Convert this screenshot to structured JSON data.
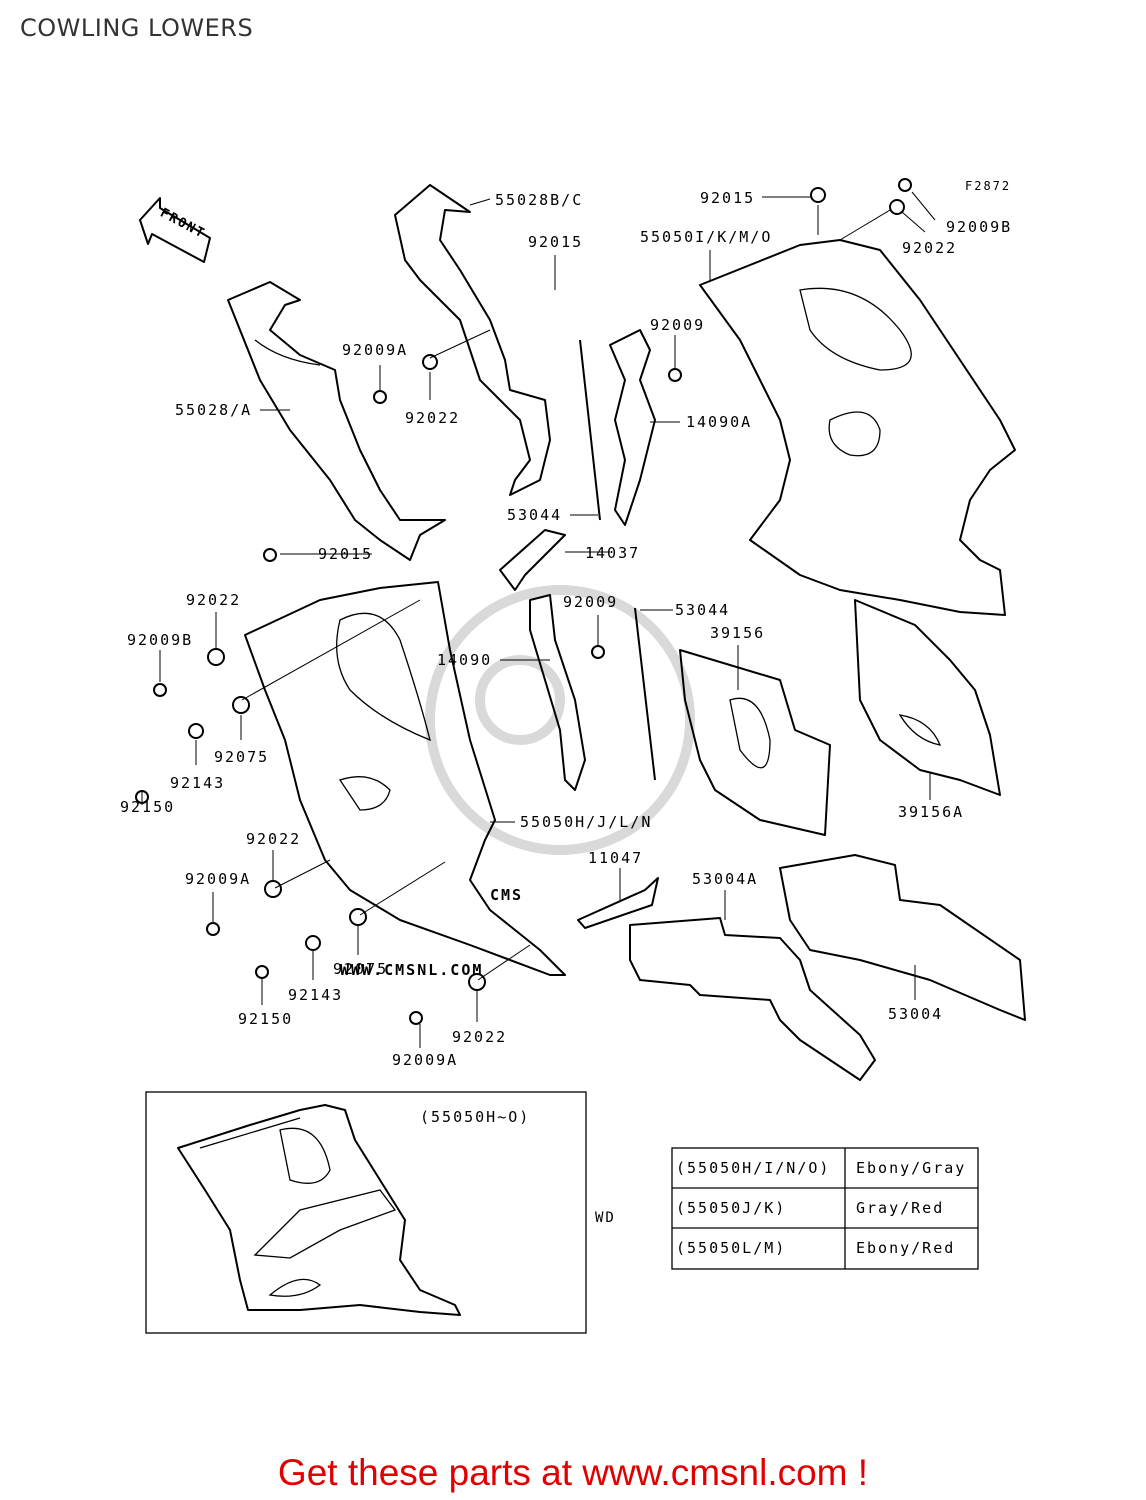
{
  "title": "COWLING LOWERS",
  "figure_code": "F2872",
  "front_label": "FRONT",
  "inset_label": "(55050H~O)",
  "inset_code": "WD",
  "watermark": {
    "brand": "CMS",
    "url": "WWW.CMSNL.COM"
  },
  "callouts": {
    "c55028bc": "55028B/C",
    "c92015_top": "92015",
    "c55028a": "55028/A",
    "c92009a_1": "92009A",
    "c92022_1": "92022",
    "c53044_1": "53044",
    "c92009_1": "92009",
    "c14090a": "14090A",
    "c14037": "14037",
    "c92015_r": "92015",
    "c55050ikmo": "55050I/K/M/O",
    "c92022_r": "92022",
    "c92009b_r": "92009B",
    "c92015_l": "92015",
    "c92022_l": "92022",
    "c92009b_l": "92009B",
    "c92075_1": "92075",
    "c92143_1": "92143",
    "c92150_1": "92150",
    "c92009_2": "92009",
    "c53044_2": "53044",
    "c14090": "14090",
    "c39156": "39156",
    "c39156a": "39156A",
    "c55050hjln": "55050H/J/L/N",
    "c92022_2": "92022",
    "c92009a_2": "92009A",
    "c11047": "11047",
    "c53004a": "53004A",
    "c92075_2": "92075",
    "c92143_2": "92143",
    "c92150_2": "92150",
    "c92022_3": "92022",
    "c92009a_3": "92009A",
    "c53004": "53004"
  },
  "color_table": [
    {
      "part": "(55050H/I/N/O)",
      "color": "Ebony/Gray"
    },
    {
      "part": "(55050J/K)",
      "color": "Gray/Red"
    },
    {
      "part": "(55050L/M)",
      "color": "Ebony/Red"
    }
  ],
  "footer": "Get these parts at www.cmsnl.com !"
}
